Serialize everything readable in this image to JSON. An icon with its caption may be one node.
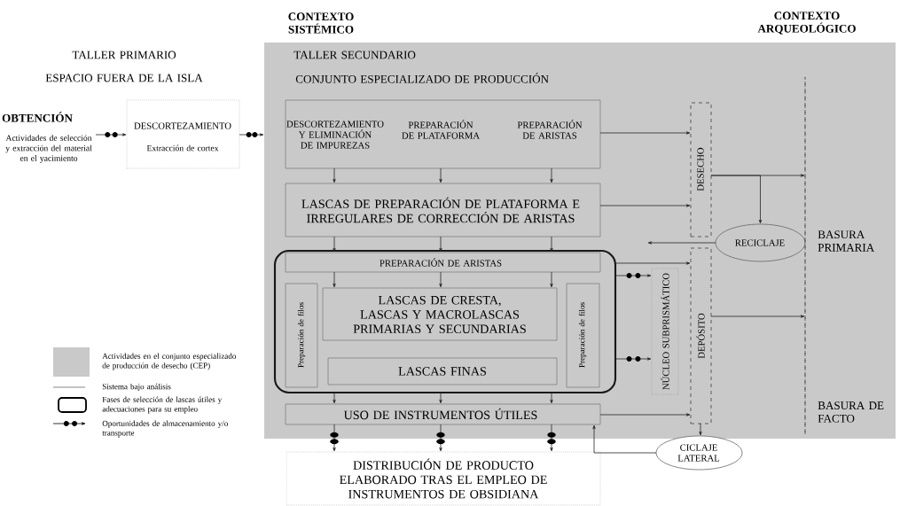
{
  "diagram": {
    "nodes": [
      {
        "text": [
          "OBTENCIÓN",
          "Actividades de selección y extracción del material en el yacimiento"
        ]
      },
      {
        "text": [
          "DESCORTEZAMIENTO",
          "Extracción de cortex"
        ]
      },
      {
        "text": [
          "TALLER SECUNDARIO",
          "CONJUNTO ESPECIALIZADO DE PRODUCCIÓN"
        ]
      },
      {
        "text": [
          "DESCORTEZAMIENTO Y ELIMINACIÓN DE IMPUREZAS",
          "PREPARACIÓN DE PLATAFORMA",
          "PREPARACIÓN DE ARISTAS"
        ],
        "in": 2
      },
      {
        "text": [
          "LASCAS DE PREPARACIÓN DE PLATAFORMA E IRREGULARES DE CORRECCIÓN DE ARISTAS"
        ],
        "in": 2
      },
      {
        "text": [],
        "shape": "box",
        "in": 2
      },
      {
        "text": [
          "PREPARACIÓN DE ARISTAS"
        ],
        "in": 5
      },
      {
        "text": [
          "Preparación de filos"
        ],
        "in": 5
      },
      {
        "text": [
          "LASCAS DE CRESTA, LASCAS Y MACROLASCAS PRIMARIAS Y SECUNDARIAS"
        ],
        "in": 5
      },
      {
        "text": [
          "LASCAS FINAS"
        ],
        "in": 5
      },
      {
        "text": [
          "Preparación de filos"
        ],
        "in": 5
      },
      {
        "text": [
          "USO DE INSTRUMENTOS ÚTILES"
        ],
        "in": 2
      },
      {
        "text": [
          "DISTRIBUCIÓN DE PRODUCTO ELABORADO TRAS EL EMPLEO DE INSTRUMENTOS DE OBSIDIANA"
        ]
      },
      {
        "text": [
          "DESECHO"
        ],
        "in": 2
      },
      {
        "text": [
          "RECICLAJE"
        ],
        "in": 2
      },
      {
        "text": [
          "NÚCLEO SUBPRISMÁTICO"
        ],
        "in": 2
      },
      {
        "text": [
          "DEPÓSITO"
        ],
        "in": 2
      },
      {
        "text": [
          "CICLAJE LATERAL"
        ]
      },
      {
        "text": [],
        "shape": "line",
        "in": 2
      }
    ],
    "edges": [
      {
        "from": 0,
        "to": 1,
        "arrow": "to"
      },
      {
        "from": 1,
        "to": 2,
        "arrow": "to"
      },
      {
        "from": 3,
        "to": 4,
        "arrow": "to"
      },
      {
        "from": 3,
        "to": 4,
        "arrow": "to"
      },
      {
        "from": 3,
        "to": 4,
        "arrow": "to"
      },
      {
        "from": 4,
        "to": 6,
        "arrow": "to"
      },
      {
        "from": 4,
        "to": 6,
        "arrow": "to"
      },
      {
        "from": 4,
        "to": 6,
        "arrow": "to"
      },
      {
        "from": 6,
        "to": 8,
        "arrow": "to"
      },
      {
        "from": 6,
        "to": 8,
        "arrow": "to"
      },
      {
        "from": 6,
        "to": 8,
        "arrow": "to"
      },
      {
        "from": 5,
        "to": 11,
        "arrow": "to"
      },
      {
        "from": 5,
        "to": 11,
        "arrow": "to"
      },
      {
        "from": 5,
        "to": 11,
        "arrow": "to"
      },
      {
        "from": 11,
        "to": 12,
        "arrow": "to"
      },
      {
        "from": 11,
        "to": 12,
        "arrow": "to"
      },
      {
        "from": 11,
        "to": 12,
        "arrow": "to"
      },
      {
        "from": 3,
        "to": 13,
        "arrow": "to"
      },
      {
        "from": 4,
        "to": 13,
        "arrow": "to"
      },
      {
        "from": 5,
        "to": 16,
        "arrow": "to"
      },
      {
        "from": 5,
        "to": 15,
        "arrow": "to"
      },
      {
        "from": 5,
        "to": 15,
        "arrow": "to"
      },
      {
        "from": 11,
        "to": 16,
        "arrow": "to"
      },
      {
        "from": 13,
        "to": 18,
        "arrow": "to"
      },
      {
        "from": 13,
        "to": 14,
        "arrow": "to"
      },
      {
        "from": 14,
        "to": null,
        "arrow": "to"
      },
      {
        "from": 16,
        "to": 18,
        "arrow": "to"
      },
      {
        "from": 16,
        "to": 17,
        "arrow": "to"
      },
      {
        "from": 17,
        "to": 11,
        "arrow": "to"
      }
    ],
    "labels": [
      "CONTEXTO SISTÉMICO",
      "CONTEXTO ARQUEOLÓGICO",
      "TALLER PRIMARIO",
      "ESPACIO FUERA DE LA ISLA",
      "BASURA PRIMARIA",
      "BASURA DE FACTO"
    ],
    "legend": [
      {
        "text": "Actividades en el conjunto especializado de producción de desecho (CEP)",
        "color": "#c9c9c9"
      },
      {
        "text": "Sistema bajo análisis"
      },
      {
        "text": "Fases de selección de lascas útiles y adecuaciones para su empleo"
      },
      {
        "text": "Oportunidades de almacenamiento y/o transporte"
      }
    ]
  }
}
